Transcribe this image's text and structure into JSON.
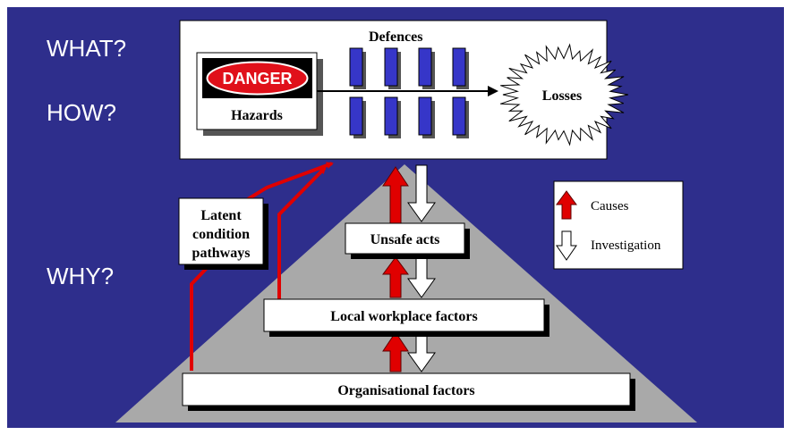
{
  "questions": {
    "what": "WHAT?",
    "how": "HOW?",
    "why": "WHY?"
  },
  "top_panel": {
    "defences_title": "Defences",
    "danger_sign": "DANGER",
    "hazards_label": "Hazards",
    "losses_label": "Losses"
  },
  "levels": {
    "unsafe_acts": "Unsafe acts",
    "local_workplace": "Local workplace factors",
    "organisational": "Organisational factors"
  },
  "latent": {
    "line1": "Latent",
    "line2": "condition",
    "line3": "pathways"
  },
  "legend": {
    "causes": "Causes",
    "investigation": "Investigation"
  },
  "colors": {
    "background": "#2e2e8c",
    "pyramid": "#a9a9a9",
    "causes_arrow": "#e00000",
    "defence_block": "#3636c8",
    "danger_red": "#e0101a"
  }
}
